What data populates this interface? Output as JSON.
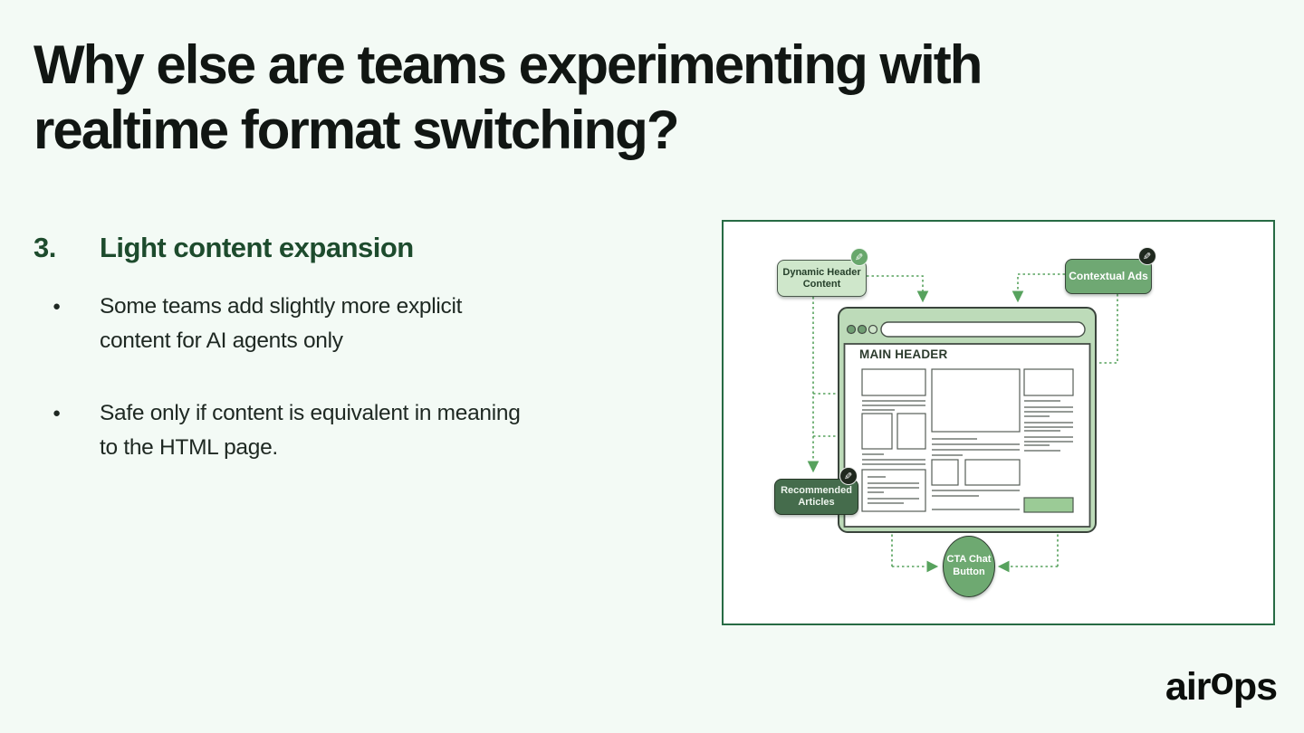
{
  "slide": {
    "title_lines": [
      "Why else are teams experimenting with",
      "realtime format switching?"
    ],
    "section": {
      "number": "3.",
      "heading": "Light content expansion"
    },
    "bullets": [
      "Some teams add slightly more explicit content for AI agents only",
      "Safe only if content is equivalent in meaning to the HTML page."
    ],
    "logo": {
      "part1": "air",
      "part2": "o",
      "part3": "ps"
    }
  },
  "icons": {
    "bullet": "●",
    "pencil": "✎"
  },
  "diagram": {
    "badges": {
      "dynamic_header": {
        "label": "Dynamic Header Content"
      },
      "contextual_ads": {
        "label": "Contextual Ads"
      },
      "recommended_articles": {
        "label": "Recommended Articles"
      },
      "cta_chat": {
        "label": "CTA Chat Button"
      }
    },
    "browser": {
      "header_label": "MAIN HEADER"
    },
    "colors": {
      "slide_background": "#f3faf5",
      "heading_green": "#1d4b2d",
      "panel_border": "#276b44",
      "badge_light_green": "#cfe7cb",
      "badge_mid_green": "#6fa873",
      "badge_dark_green": "#456c4c",
      "browser_chrome_green": "#bddbb9",
      "button_green": "#9bcb96",
      "connector_green": "#57a25d"
    }
  }
}
